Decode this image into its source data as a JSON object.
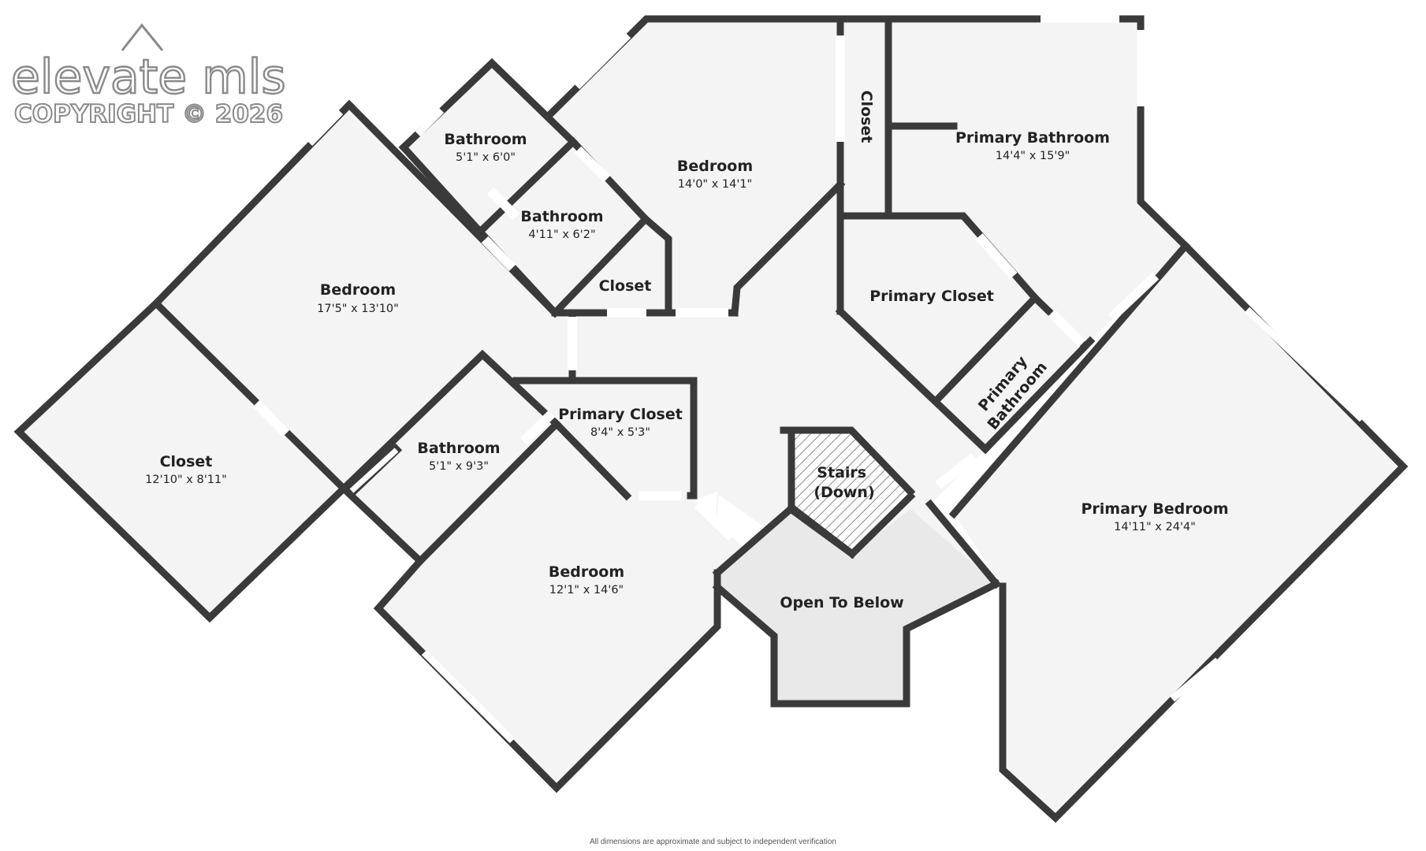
{
  "watermark": {
    "brand": "elevate mls",
    "copyright": "COPYRIGHT © 2026"
  },
  "rooms": [
    {
      "id": "bathroom-top-left",
      "name": "Bathroom",
      "dimensions": "5'1\" x 6'0\""
    },
    {
      "id": "bathroom-center-top",
      "name": "Bathroom",
      "dimensions": "4'11\" x 6'2\""
    },
    {
      "id": "closet-small-top",
      "name": "Closet",
      "dimensions": ""
    },
    {
      "id": "bedroom-top",
      "name": "Bedroom",
      "dimensions": "14'0\" x 14'1\""
    },
    {
      "id": "closet-vertical",
      "name": "Closet",
      "dimensions": ""
    },
    {
      "id": "primary-bathroom-top",
      "name": "Primary Bathroom",
      "dimensions": "14'4\" x 15'9\""
    },
    {
      "id": "bedroom-left",
      "name": "Bedroom",
      "dimensions": "17'5\" x 13'10\""
    },
    {
      "id": "primary-closet-right",
      "name": "Primary Closet",
      "dimensions": ""
    },
    {
      "id": "primary-bathroom-small",
      "name": "Primary Bathroom",
      "dimensions": ""
    },
    {
      "id": "closet-far-left",
      "name": "Closet",
      "dimensions": "12'10\" x 8'11\""
    },
    {
      "id": "bathroom-center",
      "name": "Bathroom",
      "dimensions": "5'1\" x 9'3\""
    },
    {
      "id": "primary-closet-center",
      "name": "Primary Closet",
      "dimensions": "8'4\" x 5'3\""
    },
    {
      "id": "stairs",
      "name": "Stairs (Down)",
      "dimensions": ""
    },
    {
      "id": "primary-bedroom",
      "name": "Primary Bedroom",
      "dimensions": "14'11\" x 24'4\""
    },
    {
      "id": "bedroom-bottom",
      "name": "Bedroom",
      "dimensions": "12'1\" x 14'6\""
    },
    {
      "id": "open-to-below",
      "name": "Open To Below",
      "dimensions": ""
    }
  ],
  "disclaimer": "All dimensions are approximate and subject to independent verification"
}
